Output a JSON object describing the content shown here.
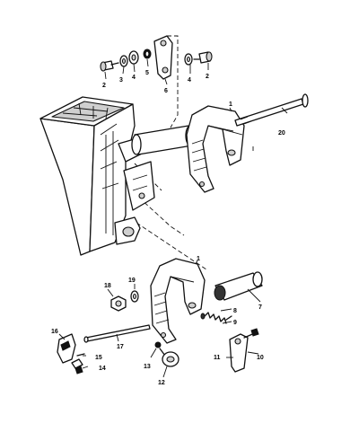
{
  "labels": {
    "n1_upper": "1",
    "n1_lower": "1",
    "n2_left": "2",
    "n2_right": "2",
    "n3": "3",
    "n4_left": "4",
    "n4_right": "4",
    "n5": "5",
    "n6": "6",
    "n7": "7",
    "n8": "8",
    "n9": "9",
    "n10": "10",
    "n11": "11",
    "n12": "12",
    "n13": "13",
    "n14": "14",
    "n15": "15",
    "n16": "16",
    "n17": "17",
    "n18": "18",
    "n19": "19",
    "n20": "20"
  }
}
